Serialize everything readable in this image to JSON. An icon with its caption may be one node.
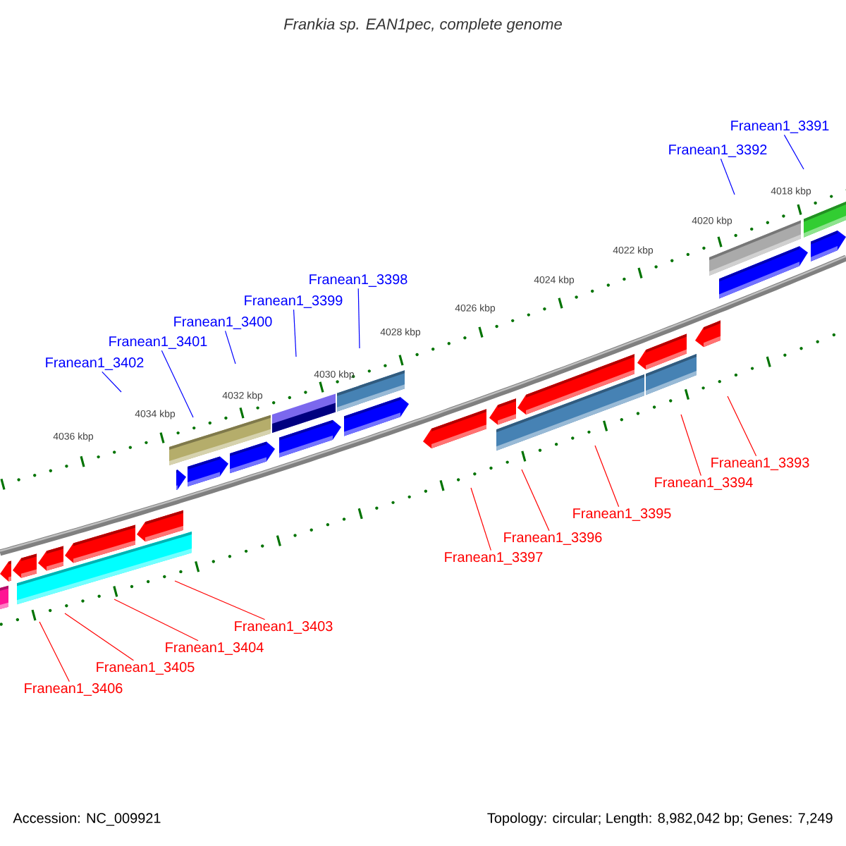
{
  "diagram": {
    "title": "Frankia sp. EAN1pec, complete genome",
    "nodes": [
      {
        "text": [
          "Franean1_3391"
        ]
      },
      {
        "text": [
          "Franean1_3392"
        ]
      },
      {
        "text": [
          "Franean1_3398"
        ]
      },
      {
        "text": [
          "Franean1_3399"
        ]
      },
      {
        "text": [
          "Franean1_3400"
        ]
      },
      {
        "text": [
          "Franean1_3401"
        ]
      },
      {
        "text": [
          "Franean1_3402"
        ]
      },
      {
        "text": [
          "Franean1_3393"
        ]
      },
      {
        "text": [
          "Franean1_3394"
        ]
      },
      {
        "text": [
          "Franean1_3395"
        ]
      },
      {
        "text": [
          "Franean1_3396"
        ]
      },
      {
        "text": [
          "Franean1_3397"
        ]
      },
      {
        "text": [
          "Franean1_3403"
        ]
      },
      {
        "text": [
          "Franean1_3404"
        ]
      },
      {
        "text": [
          "Franean1_3405"
        ]
      },
      {
        "text": [
          "Franean1_3406"
        ]
      }
    ],
    "edges": [
      {
        "from": 0,
        "to": null,
        "arrow": "none",
        "color": "#0000ff"
      },
      {
        "from": 1,
        "to": null,
        "arrow": "none",
        "color": "#0000ff"
      },
      {
        "from": 2,
        "to": null,
        "arrow": "none",
        "color": "#0000ff"
      },
      {
        "from": 3,
        "to": null,
        "arrow": "none",
        "color": "#0000ff"
      },
      {
        "from": 4,
        "to": null,
        "arrow": "none",
        "color": "#0000ff"
      },
      {
        "from": 5,
        "to": null,
        "arrow": "none",
        "color": "#0000ff"
      },
      {
        "from": 6,
        "to": null,
        "arrow": "none",
        "color": "#0000ff"
      },
      {
        "from": 7,
        "to": null,
        "arrow": "none"
      },
      {
        "from": 8,
        "to": null,
        "arrow": "none"
      },
      {
        "from": 9,
        "to": null,
        "arrow": "none"
      },
      {
        "from": 10,
        "to": null,
        "arrow": "none"
      },
      {
        "from": 11,
        "to": null,
        "arrow": "none"
      },
      {
        "from": 12,
        "to": null,
        "arrow": "none"
      },
      {
        "from": 13,
        "to": null,
        "arrow": "none"
      },
      {
        "from": 14,
        "to": null,
        "arrow": "none"
      },
      {
        "from": 15,
        "to": null,
        "arrow": "none"
      }
    ],
    "labels": [
      "4018 kbp",
      "4020 kbp",
      "4022 kbp",
      "4024 kbp",
      "4026 kbp",
      "4028 kbp",
      "4030 kbp",
      "4032 kbp",
      "4034 kbp",
      "4036 kbp",
      "Accession: NC_009921",
      "Topology: circular; Length: 8,982,042 bp; Genes: 7,249"
    ]
  }
}
